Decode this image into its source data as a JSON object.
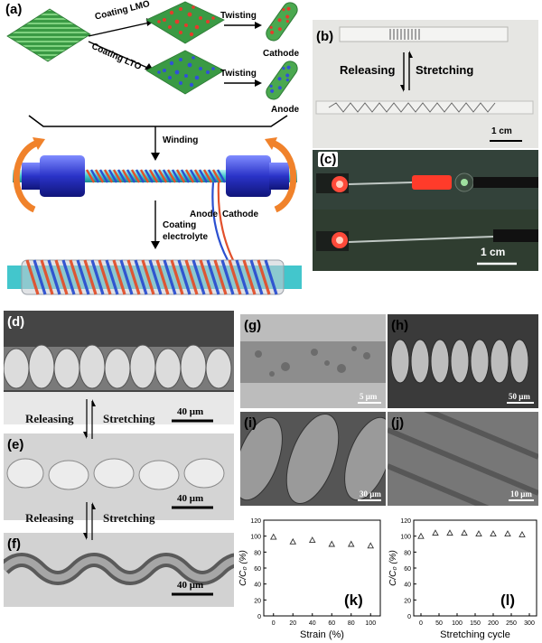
{
  "panels": {
    "a": {
      "label": "(a)",
      "coating_lmo": "Coating LMO",
      "coating_lto": "Coating LTO",
      "twisting_1": "Twisting",
      "twisting_2": "Twisting",
      "cathode": "Cathode",
      "anode": "Anode",
      "winding": "Winding",
      "anode_lead": "Anode",
      "cathode_lead": "Cathode",
      "coating_electrolyte_1": "Coating",
      "coating_electrolyte_2": "electrolyte"
    },
    "b": {
      "label": "(b)",
      "releasing": "Releasing",
      "stretching": "Stretching",
      "scale": "1 cm"
    },
    "c": {
      "label": "(c)",
      "scale": "1 cm"
    },
    "d": {
      "label": "(d)",
      "scale": "40 μm"
    },
    "e": {
      "label": "(e)",
      "scale": "40 μm"
    },
    "f": {
      "label": "(f)",
      "scale": "40 μm"
    },
    "de_transition": {
      "releasing": "Releasing",
      "stretching": "Stretching"
    },
    "ef_transition": {
      "releasing": "Releasing",
      "stretching": "Stretching"
    },
    "g": {
      "label": "(g)",
      "scale": "5 μm"
    },
    "h": {
      "label": "(h)",
      "scale": "50 μm"
    },
    "i": {
      "label": "(i)",
      "scale": "30 μm"
    },
    "j": {
      "label": "(j)",
      "scale": "10 μm"
    }
  },
  "chart_data": [
    {
      "panel": "(k)",
      "type": "scatter",
      "x": [
        0,
        20,
        40,
        60,
        80,
        100
      ],
      "y": [
        99,
        93,
        95,
        90,
        90,
        88
      ],
      "xlabel": "Strain (%)",
      "ylabel": "C/C₀ (%)",
      "xticks": [
        "0",
        "20",
        "40",
        "60",
        "80",
        "100"
      ],
      "yticks": [
        "0",
        "20",
        "40",
        "60",
        "80",
        "100",
        "120"
      ],
      "xlim": [
        -10,
        110
      ],
      "ylim": [
        0,
        120
      ],
      "marker": "triangle-open",
      "grid": false
    },
    {
      "panel": "(l)",
      "type": "scatter",
      "x": [
        0,
        40,
        80,
        120,
        160,
        200,
        240,
        280
      ],
      "y": [
        100,
        104,
        104,
        104,
        103,
        103,
        103,
        102
      ],
      "xlabel": "Stretching cycle",
      "ylabel": "C/C₀ (%)",
      "xticks": [
        "0",
        "50",
        "100",
        "150",
        "200",
        "250",
        "300"
      ],
      "yticks": [
        "0",
        "20",
        "40",
        "60",
        "80",
        "100",
        "120"
      ],
      "xlim": [
        -20,
        320
      ],
      "ylim": [
        0,
        120
      ],
      "marker": "triangle-open",
      "grid": false
    }
  ]
}
